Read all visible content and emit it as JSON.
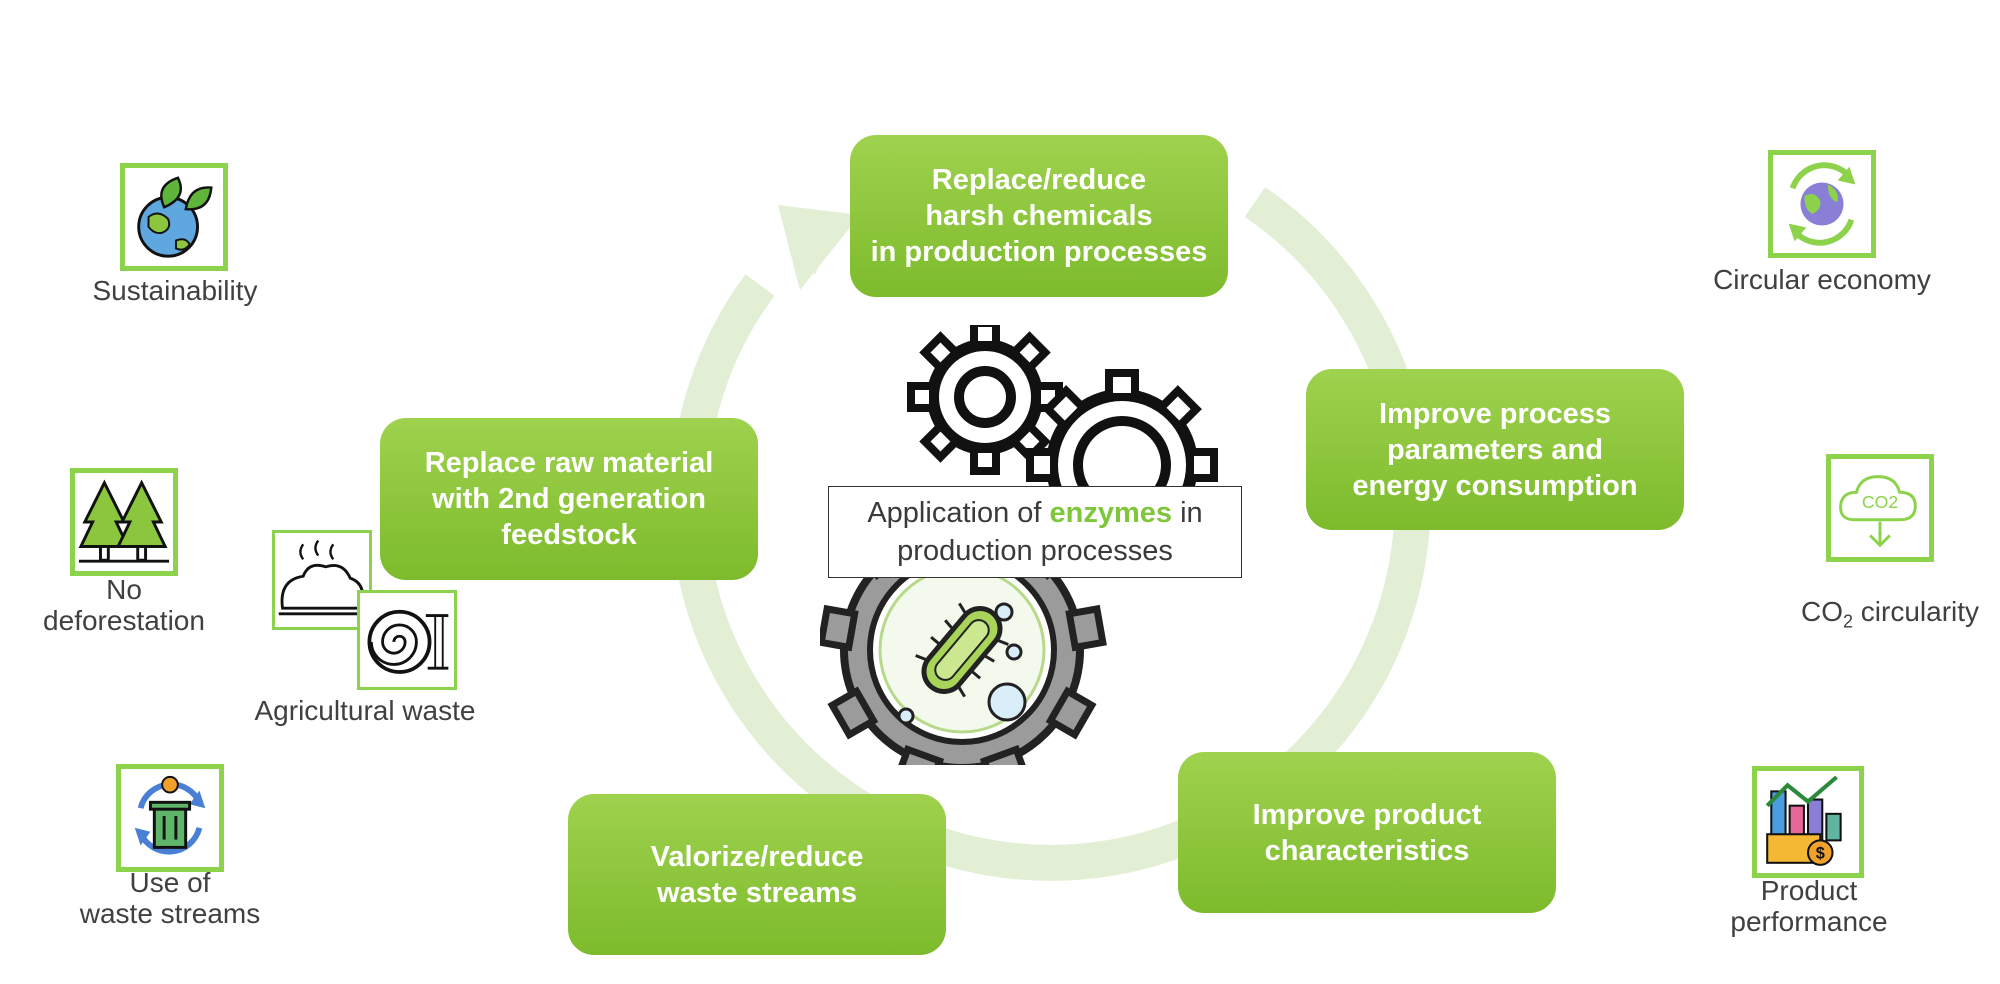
{
  "center": {
    "prefix": "Application of ",
    "highlight": "enzymes",
    "suffix": " in",
    "line2": "production processes"
  },
  "steps": {
    "harsh_chemicals": "Replace/reduce\nharsh chemicals\nin production processes",
    "process_parameters": "Improve process\nparameters and\nenergy consumption",
    "product_characteristics": "Improve product\ncharacteristics",
    "waste_streams": "Valorize/reduce\nwaste streams",
    "raw_material": "Replace raw material\nwith 2nd generation\nfeedstock"
  },
  "benefits": {
    "sustainability": "Sustainability",
    "no_deforestation": "No\ndeforestation",
    "use_of_waste": "Use of\nwaste streams",
    "agricultural_waste": "Agricultural waste",
    "circular_economy": "Circular economy",
    "co2_circularity_main": "CO",
    "co2_circularity_sub": "2",
    "co2_circularity_rest": " circularity",
    "co2_cloud_text": "CO2",
    "product_performance": "Product\nperformance"
  },
  "colors": {
    "step_green": "#8cc63f",
    "ring_green": "#e2efd5",
    "icon_border": "#8cd24a",
    "highlight": "#7ec63a"
  },
  "icons": {
    "sustainability": "earth-leaves-icon",
    "no_deforestation": "trees-icon",
    "use_of_waste": "recycle-bin-icon",
    "agricultural_waste": "hay-bale-icon",
    "circular_economy": "circular-globe-icon",
    "co2_circularity": "co2-cloud-icon",
    "product_performance": "growth-chart-icon",
    "center": "gears-microbe-icon"
  }
}
